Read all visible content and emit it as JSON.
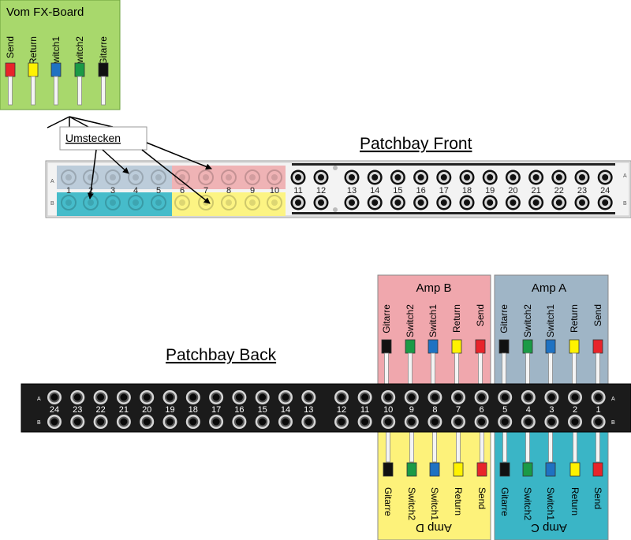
{
  "fx_board": {
    "title": "Vom FX-Board",
    "cables": [
      {
        "label": "Send",
        "color": "#e8242a"
      },
      {
        "label": "Return",
        "color": "#fff200"
      },
      {
        "label": "Switch1",
        "color": "#1f72c2"
      },
      {
        "label": "Switch2",
        "color": "#1b9a46"
      },
      {
        "label": "Gitarre",
        "color": "#111111"
      }
    ]
  },
  "callout": {
    "label": "Umstecken"
  },
  "front": {
    "title": "Patchbay Front",
    "jack_numbers": [
      "1",
      "2",
      "3",
      "4",
      "5",
      "6",
      "7",
      "8",
      "9",
      "10",
      "11",
      "12",
      "13",
      "14",
      "15",
      "16",
      "17",
      "18",
      "19",
      "20",
      "21",
      "22",
      "23",
      "24"
    ],
    "row_a": "A",
    "row_b": "B",
    "zones": [
      {
        "name": "top-left",
        "color": "#b7c9d8"
      },
      {
        "name": "top-right",
        "color": "#efaeb0"
      },
      {
        "name": "bottom-left",
        "color": "#37b7c7"
      },
      {
        "name": "bottom-right",
        "color": "#fdf47a"
      }
    ]
  },
  "back": {
    "title": "Patchbay Back",
    "jack_numbers": [
      "24",
      "23",
      "22",
      "21",
      "20",
      "19",
      "18",
      "17",
      "16",
      "15",
      "14",
      "13",
      "12",
      "11",
      "10",
      "9",
      "8",
      "7",
      "6",
      "5",
      "4",
      "3",
      "2",
      "1"
    ],
    "row_a": "A",
    "row_b": "B"
  },
  "amps": [
    {
      "title": "Amp B",
      "color": "#f0a7ad",
      "cables": [
        {
          "label": "Gitarre",
          "color": "#111111"
        },
        {
          "label": "Switch2",
          "color": "#1b9a46"
        },
        {
          "label": "Switch1",
          "color": "#1f72c2"
        },
        {
          "label": "Return",
          "color": "#fff200"
        },
        {
          "label": "Send",
          "color": "#e8242a"
        }
      ]
    },
    {
      "title": "Amp A",
      "color": "#9fb5c6",
      "cables": [
        {
          "label": "Gitarre",
          "color": "#111111"
        },
        {
          "label": "Switch2",
          "color": "#1b9a46"
        },
        {
          "label": "Switch1",
          "color": "#1f72c2"
        },
        {
          "label": "Return",
          "color": "#fff200"
        },
        {
          "label": "Send",
          "color": "#e8242a"
        }
      ]
    },
    {
      "title": "Amp D",
      "color": "#fdf27a",
      "cables": [
        {
          "label": "Gitarre",
          "color": "#111111"
        },
        {
          "label": "Switch2",
          "color": "#1b9a46"
        },
        {
          "label": "Switch1",
          "color": "#1f72c2"
        },
        {
          "label": "Return",
          "color": "#fff200"
        },
        {
          "label": "Send",
          "color": "#e8242a"
        }
      ]
    },
    {
      "title": "Amp C",
      "color": "#3ab5c6",
      "cables": [
        {
          "label": "Gitarre",
          "color": "#111111"
        },
        {
          "label": "Switch2",
          "color": "#1b9a46"
        },
        {
          "label": "Switch1",
          "color": "#1f72c2"
        },
        {
          "label": "Return",
          "color": "#fff200"
        },
        {
          "label": "Send",
          "color": "#e8242a"
        }
      ]
    }
  ]
}
